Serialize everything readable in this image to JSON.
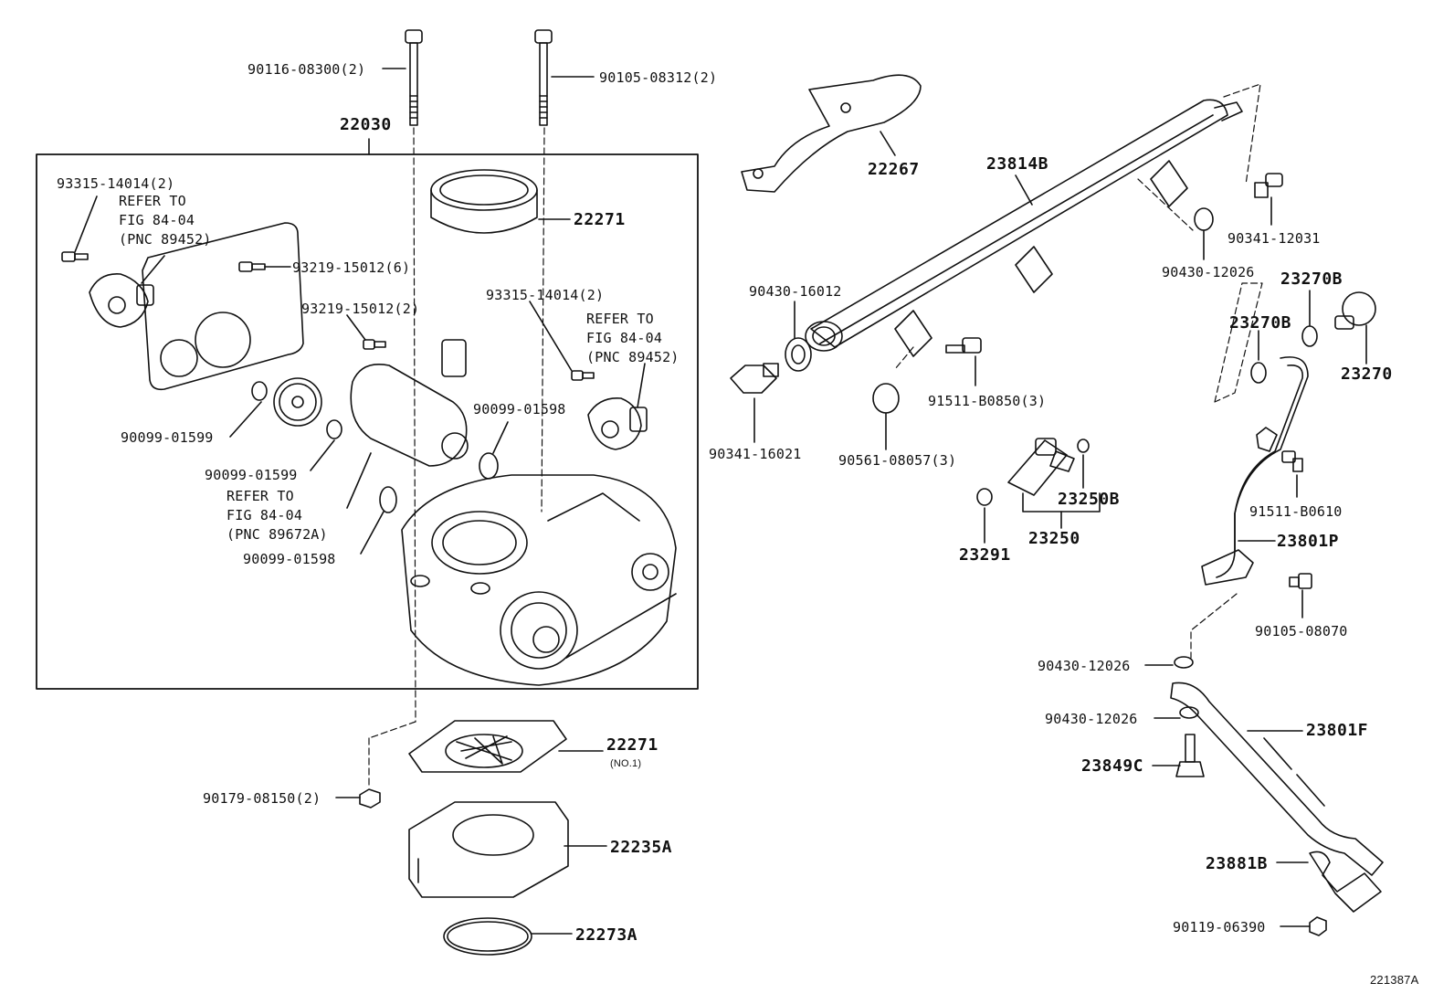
{
  "diagram": {
    "figure_id": "221387A",
    "assembly_box_label": "22030",
    "labels": {
      "bolt_left": "90116-08300(2)",
      "bolt_right": "90105-08312(2)",
      "screw_tl": "93315-14014(2)",
      "refer_tl_1": "REFER TO",
      "refer_tl_2": "FIG 84-04",
      "refer_tl_3": "(PNC 89452)",
      "screw_6": "93219-15012(6)",
      "screw_2": "93219-15012(2)",
      "screw_tr": "93315-14014(2)",
      "refer_tr_1": "REFER TO",
      "refer_tr_2": "FIG 84-04",
      "refer_tr_3": "(PNC 89452)",
      "oring_a": "90099-01599",
      "oring_b": "90099-01599",
      "oring_c": "90099-01598",
      "oring_d": "90099-01598",
      "refer_m_1": "REFER TO",
      "refer_m_2": "FIG 84-04",
      "refer_m_3": "(PNC 89672A)",
      "gasket_top": "22271",
      "gasket_no1": "22271",
      "gasket_no1_note": "(NO.1)",
      "nut": "90179-08150(2)",
      "spacer": "22235A",
      "ring": "22273A",
      "bracket": "22267",
      "rail": "23814B",
      "gasket_90430_16012": "90430-16012",
      "plug": "90341-16021",
      "bolt_91511": "91511-B0850(3)",
      "grommet": "90561-08057(3)",
      "bolt_90341_12031": "90341-12031",
      "gasket_90430_12026_a": "90430-12026",
      "oring_23270b_a": "23270B",
      "oring_23270b_b": "23270B",
      "damper": "23270",
      "insulator_23250b": "23250B",
      "injector": "23250",
      "insulator_23291": "23291",
      "bolt_91511_b0610": "91511-B0610",
      "pipe_23801p": "23801P",
      "bolt_90105_08070": "90105-08070",
      "gasket_90430_12026_b": "90430-12026",
      "gasket_90430_12026_c": "90430-12026",
      "hose_23801f": "23801F",
      "union_23849c": "23849C",
      "clamp_23881b": "23881B",
      "bolt_90119_06390": "90119-06390"
    }
  }
}
